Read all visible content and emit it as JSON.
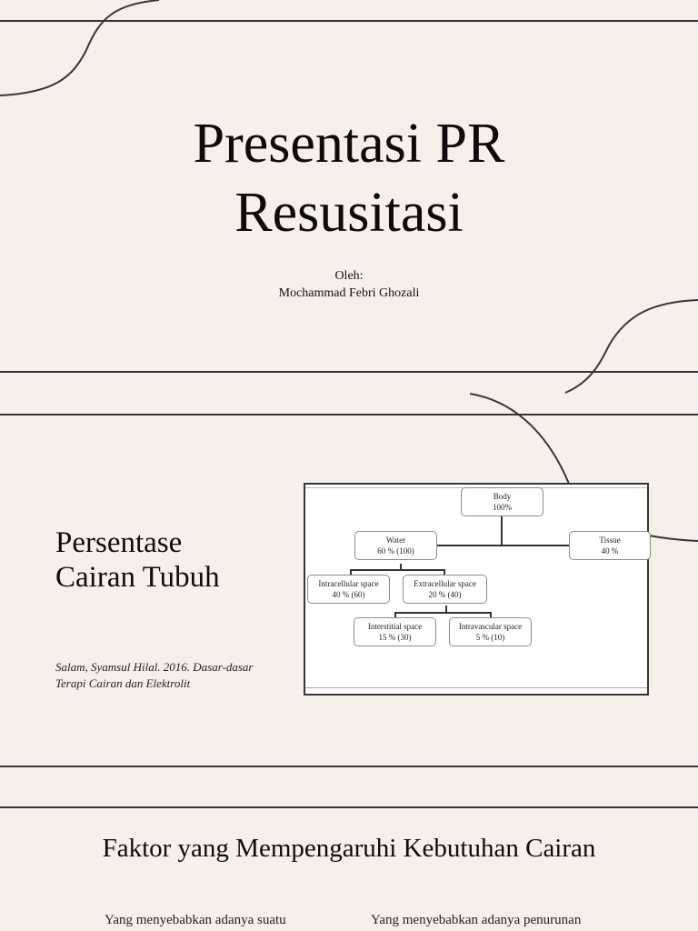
{
  "slides": [
    {
      "title_lines": [
        "Presentasi PR",
        "Resusitasi"
      ],
      "byline_label": "Oleh:",
      "author": "Mochammad Febri Ghozali"
    },
    {
      "title_lines": [
        "Persentase",
        "Cairan Tubuh"
      ],
      "citation": "Salam, Syamsul Hilal. 2016. Dasar-dasar Terapi Cairan dan Elektrolit",
      "diagram": {
        "nodes": {
          "body": {
            "label": "Body",
            "value": "100%"
          },
          "water": {
            "label": "Water",
            "value": "60 % (100)"
          },
          "tissue": {
            "label": "Tissue",
            "value": "40 %"
          },
          "intracellular": {
            "label": "Intracellular space",
            "value": "40 % (60)"
          },
          "extracellular": {
            "label": "Extracellular space",
            "value": "20 % (40)"
          },
          "interstitial": {
            "label": "Interstitial space",
            "value": "15 %  (30)"
          },
          "intravascular": {
            "label": "Intravascular  space",
            "value": "5 % (10)"
          }
        }
      }
    },
    {
      "title": "Faktor yang Mempengaruhi Kebutuhan Cairan",
      "columns": [
        "Yang menyebabkan adanya suatu",
        "Yang menyebabkan adanya penurunan"
      ]
    }
  ],
  "colors": {
    "background": "#f4f1ec",
    "line": "#3d3535"
  }
}
